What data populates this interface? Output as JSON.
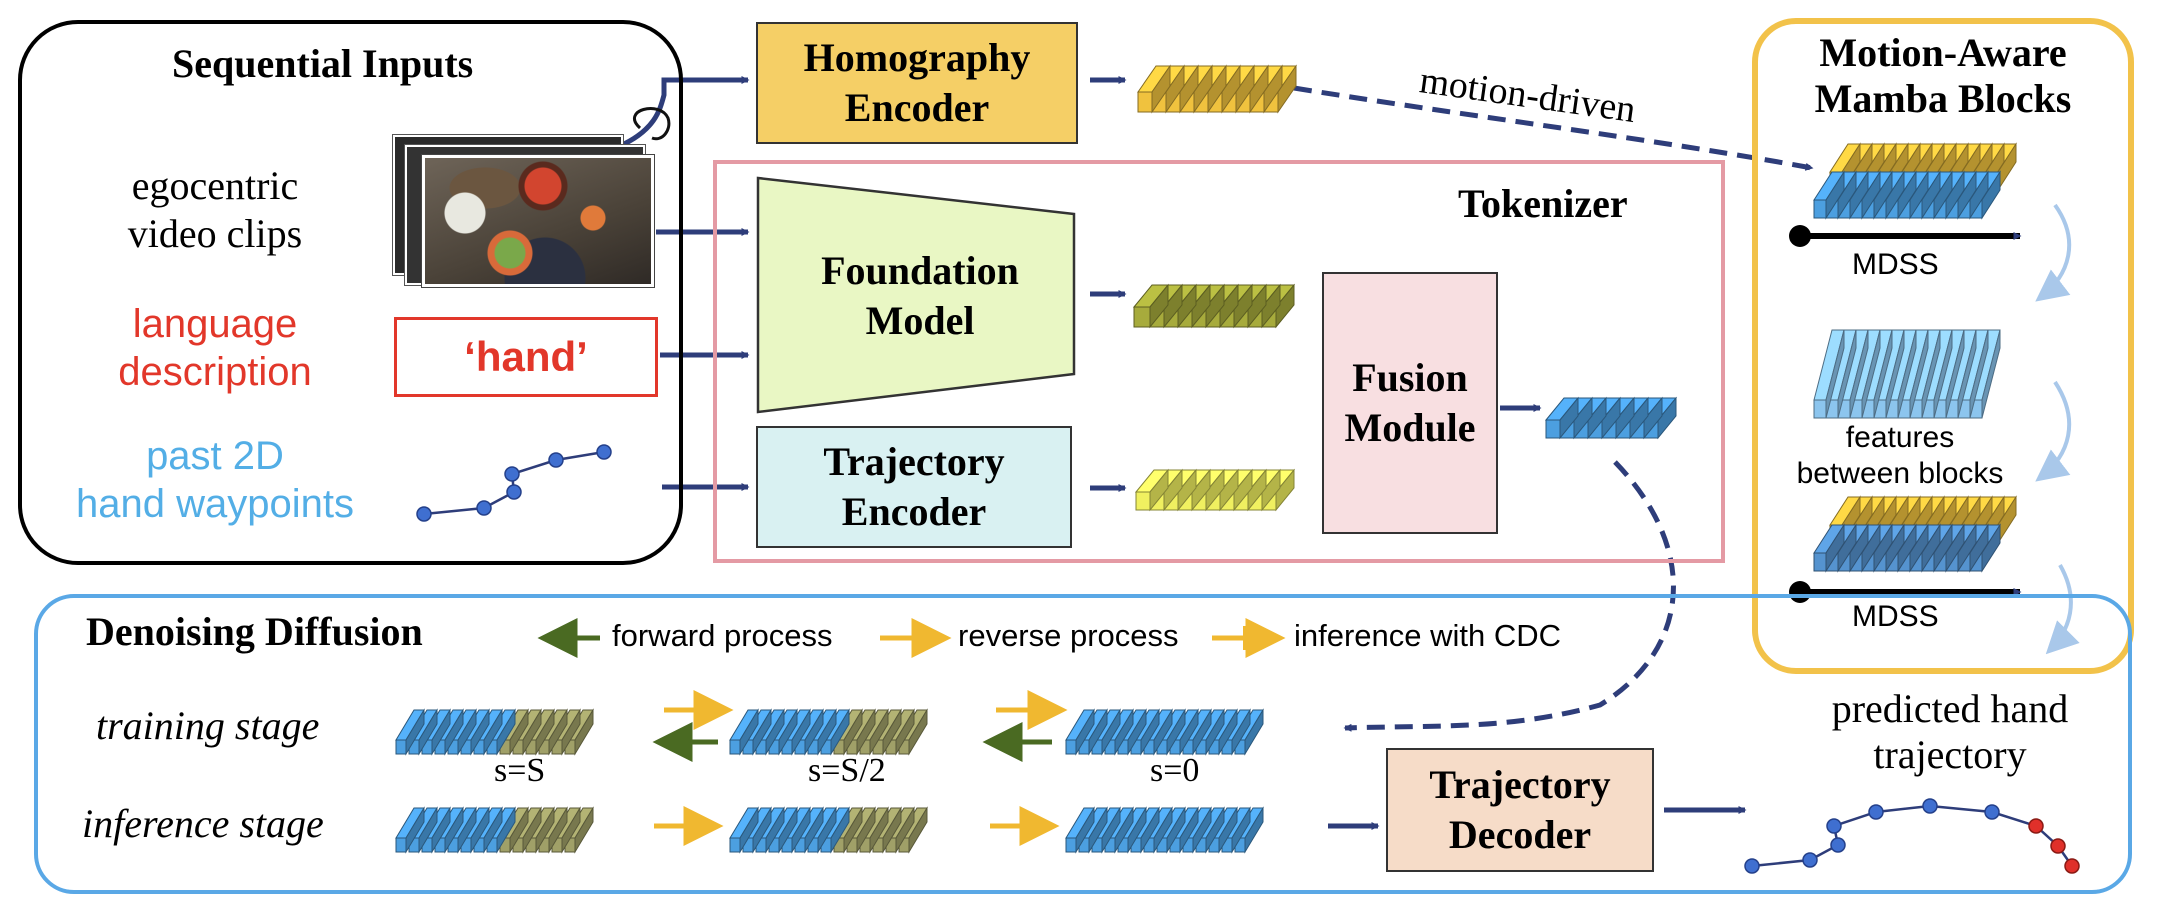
{
  "colors": {
    "arrow_navy": "#2e3d7a",
    "tokenizer_border": "#e49aa4",
    "diffusion_border": "#5aa8e6",
    "mamba_border": "#f2c24a",
    "homography_fill": "#f5cf66",
    "foundation_fill": "#e9f7c4",
    "trajectory_fill": "#d9f1f2",
    "fusion_fill": "#f8dfe1",
    "decoder_fill": "#f6dcc8",
    "language_red": "#e2372a",
    "waypoint_blue": "#53aee6",
    "token_blue": "#4c9fe0",
    "token_gold": "#f0c23e",
    "token_olive": "#a7ab3c",
    "token_yellow": "#f0f060",
    "forward_green": "#4a6a22",
    "reverse_gold": "#f0b830"
  },
  "inputs": {
    "title": "Sequential Inputs",
    "video_label_1": "egocentric",
    "video_label_2": "video clips",
    "language_label_1": "language",
    "language_label_2": "description",
    "prompt_text": "‘hand’",
    "waypoint_label_1": "past 2D",
    "waypoint_label_2": "hand waypoints"
  },
  "homography": {
    "line1": "Homography",
    "line2": "Encoder"
  },
  "motion_label": "motion-driven",
  "tokenizer": {
    "title": "Tokenizer",
    "foundation_line1": "Foundation",
    "foundation_line2": "Model",
    "trajectory_line1": "Trajectory",
    "trajectory_line2": "Encoder",
    "fusion_line1": "Fusion",
    "fusion_line2": "Module"
  },
  "mamba": {
    "title_line1": "Motion-Aware",
    "title_line2": "Mamba Blocks",
    "mdss_top": "MDSS",
    "features_line1": "features",
    "features_line2": "between blocks",
    "mdss_bottom": "MDSS"
  },
  "diffusion": {
    "title": "Denoising Diffusion",
    "legend_forward": "forward process",
    "legend_reverse": "reverse process",
    "legend_inference": "inference with CDC",
    "training_stage": "training stage",
    "inference_stage": "inference stage",
    "step_S": "s=S",
    "step_half": "s=S/2",
    "step_zero": "s=0",
    "decoder_line1": "Trajectory",
    "decoder_line2": "Decoder"
  },
  "output": {
    "predicted_line1": "predicted hand",
    "predicted_line2": "trajectory"
  }
}
